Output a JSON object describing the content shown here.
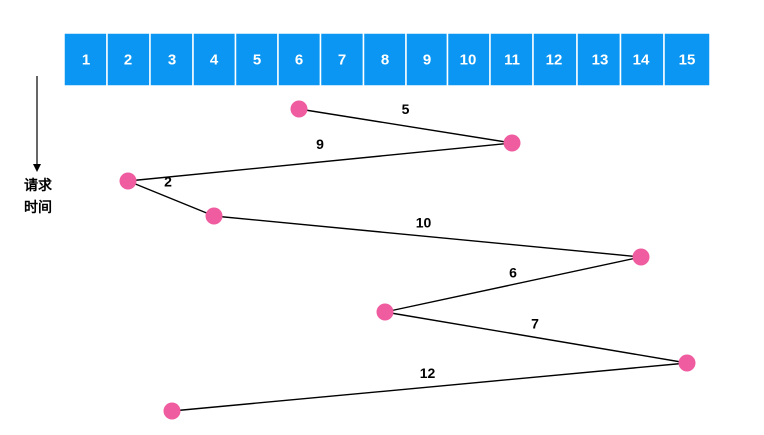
{
  "colors": {
    "track_bar": "#0a96f2",
    "track_text": "#ffffff",
    "request_dot": "#ef5ca0",
    "line": "#000000"
  },
  "tracks": [
    "1",
    "2",
    "3",
    "4",
    "5",
    "6",
    "7",
    "8",
    "9",
    "10",
    "11",
    "12",
    "13",
    "14",
    "15"
  ],
  "axis": {
    "label_line1": "请求",
    "label_line2": "时间",
    "direction": "down"
  },
  "requests": [
    6,
    11,
    2,
    4,
    14,
    8,
    15,
    3
  ],
  "seeks": [
    {
      "from": 6,
      "to": 11,
      "distance": "5"
    },
    {
      "from": 11,
      "to": 2,
      "distance": "9"
    },
    {
      "from": 2,
      "to": 4,
      "distance": "2"
    },
    {
      "from": 4,
      "to": 14,
      "distance": "10"
    },
    {
      "from": 14,
      "to": 8,
      "distance": "6"
    },
    {
      "from": 8,
      "to": 15,
      "distance": "7"
    },
    {
      "from": 15,
      "to": 3,
      "distance": "12"
    }
  ]
}
